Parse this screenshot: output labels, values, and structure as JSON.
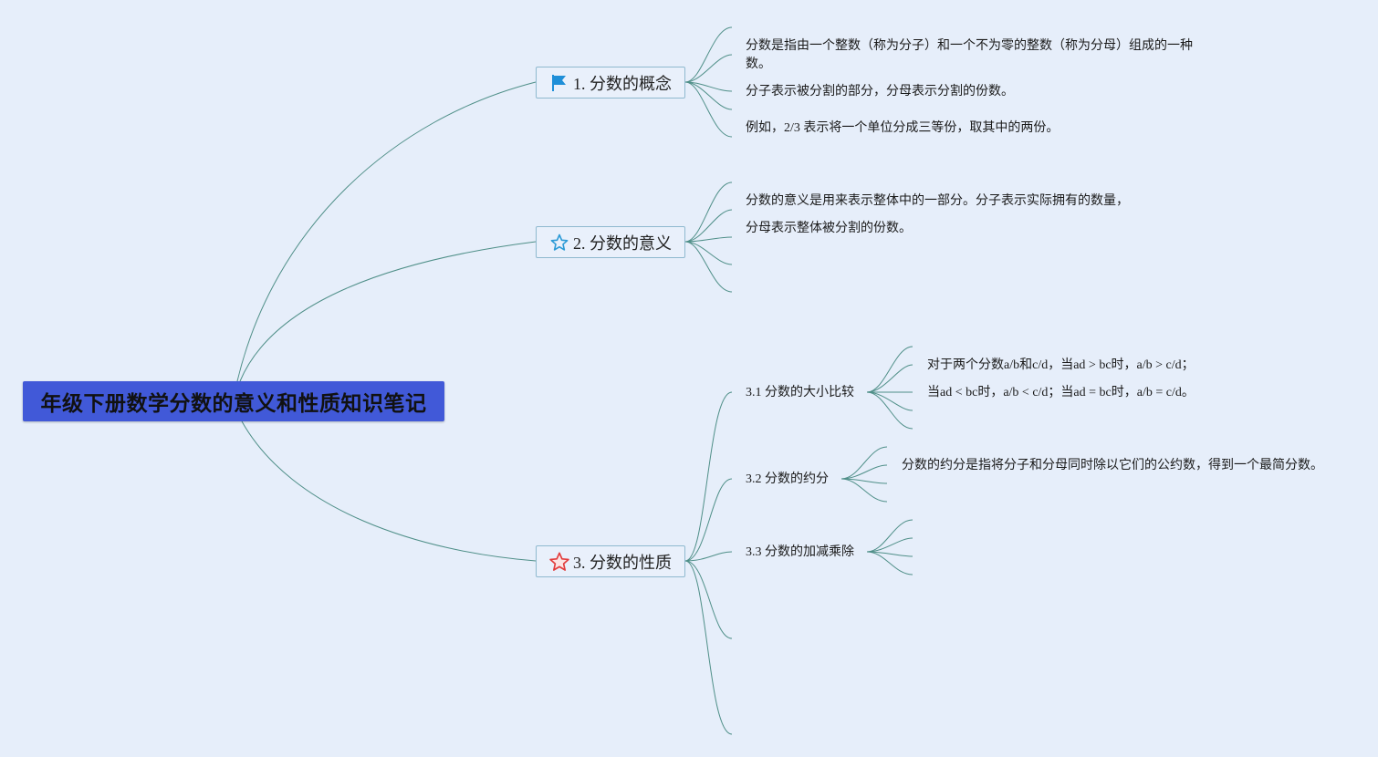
{
  "root": {
    "title": "年级下册数学分数的意义和性质知识笔记"
  },
  "branches": [
    {
      "label": "1. 分数的概念",
      "icon": "flag-icon"
    },
    {
      "label": "2. 分数的意义",
      "icon": "star-outline-icon"
    },
    {
      "label": "3. 分数的性质",
      "icon": "star-red-icon"
    }
  ],
  "concept": {
    "line1a": "分数是指由一个整数（称为分子）和一个不为零的整数（称为分母）组成的一种",
    "line1b": "数。",
    "line2": "分子表示被分割的部分，分母表示分割的份数。",
    "line3": "例如，2/3 表示将一个单位分成三等份，取其中的两份。"
  },
  "meaning": {
    "line1": "分数的意义是用来表示整体中的一部分。分子表示实际拥有的数量，",
    "line2": "分母表示整体被分割的份数。"
  },
  "properties": {
    "sub1": {
      "label": "3.1 分数的大小比较",
      "line1": "对于两个分数a/b和c/d，当ad > bc时，a/b > c/d；",
      "line2": "当ad < bc时，a/b < c/d；当ad = bc时，a/b = c/d。"
    },
    "sub2": {
      "label": "3.2 分数的约分",
      "line1": "分数的约分是指将分子和分母同时除以它们的公约数，得到一个最简分数。"
    },
    "sub3": {
      "label": "3.3 分数的加减乘除"
    }
  },
  "colors": {
    "background": "#e6eefa",
    "root_fill": "#4159d8",
    "branch_border": "#8fb9cf",
    "connector": "#4f8f88",
    "flag_icon": "#1f8fd8",
    "star_outline_icon": "#2b9ad6",
    "star_red_icon": "#e23b3b"
  }
}
